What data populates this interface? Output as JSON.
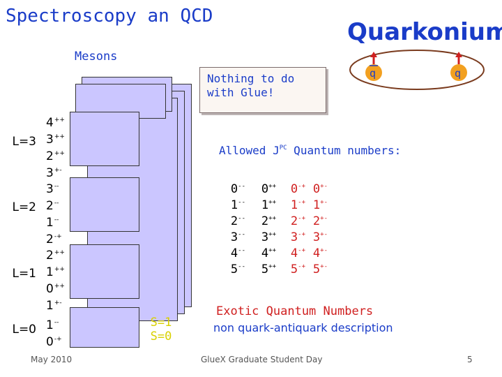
{
  "slide": {
    "title": "Spectroscopy an QCD",
    "brand": "Quarkonium",
    "subtitle": "Mesons",
    "note": "Nothing to do with Glue!",
    "quark_label": "q",
    "antiquark_label": "q",
    "L_labels": [
      "L=3",
      "L=2",
      "L=1",
      "L=0"
    ],
    "states": {
      "L3": [
        "4",
        "++",
        "3",
        "++",
        "2",
        "++",
        "3",
        "+-"
      ],
      "L2": [
        "3",
        "--",
        "2",
        "--",
        "1",
        "--",
        "2",
        "-+"
      ],
      "L1": [
        "2",
        "++",
        "1",
        "++",
        "0",
        "++",
        "1",
        "+-"
      ],
      "L0": [
        "1",
        "--",
        "0",
        "-+"
      ]
    },
    "spin_labels": [
      "S=1",
      "S=0"
    ],
    "allowed_heading_pre": "Allowed J",
    "allowed_heading_sup": "PC",
    "allowed_heading_post": " Quantum numbers:",
    "columns": {
      "c1": [
        "0",
        "--",
        "1",
        "--",
        "2",
        "--",
        "3",
        "--",
        "4",
        "--",
        "5",
        "--"
      ],
      "c2": [
        "0",
        "++",
        "1",
        "++",
        "2",
        "++",
        "3",
        "++",
        "4",
        "++",
        "5",
        "++"
      ],
      "c3": [
        "0",
        "-+",
        "1",
        "-+",
        "2",
        "-+",
        "3",
        "-+",
        "4",
        "-+",
        "5",
        "-+"
      ],
      "c4": [
        "0",
        "+-",
        "1",
        "+-",
        "2",
        "+-",
        "3",
        "+-",
        "4",
        "+-",
        "5",
        "+-"
      ]
    },
    "exotic_heading": "Exotic Quantum Numbers",
    "exotic_sub": "non quark-antiquark description",
    "footer_left": "May 2010",
    "footer_center": "GlueX Graduate Student Day",
    "page_number": "5"
  },
  "colors": {
    "blue": "#1a3cc8",
    "red": "#d02020",
    "yellow": "#d8d000",
    "card": "#cbc6ff"
  }
}
